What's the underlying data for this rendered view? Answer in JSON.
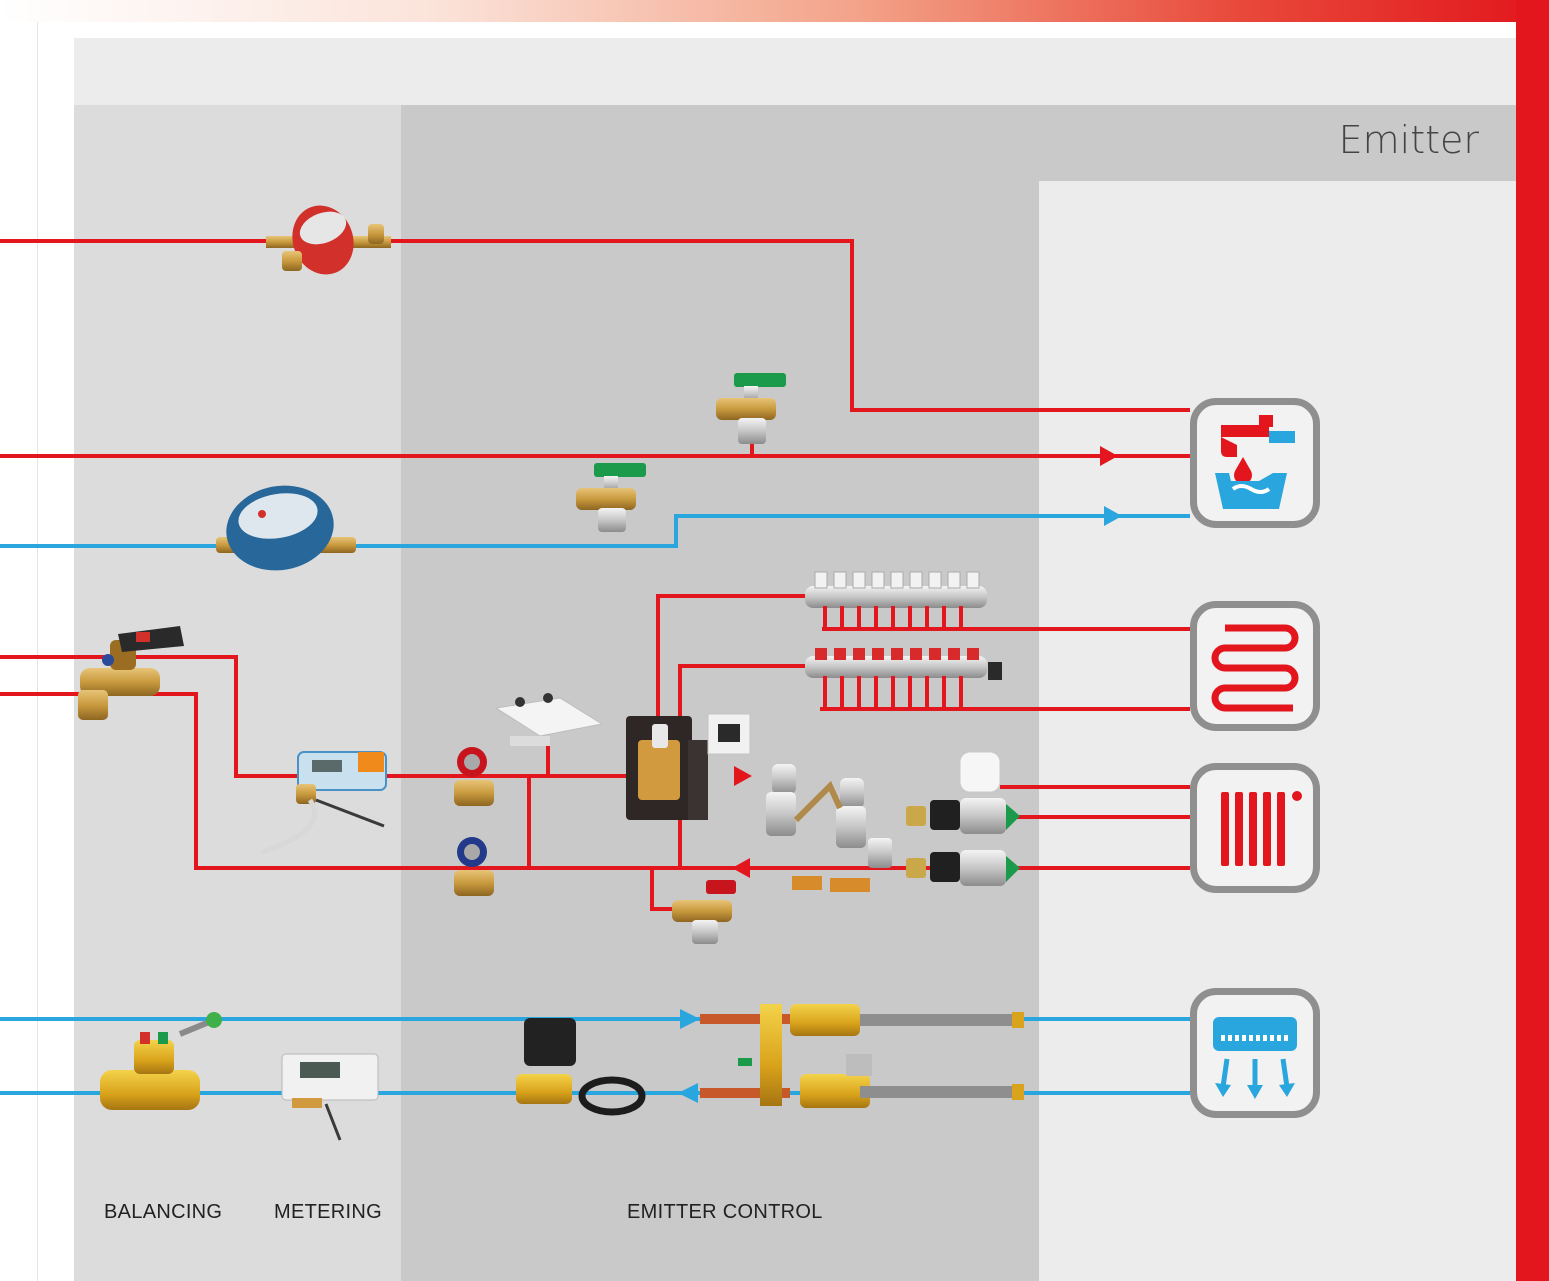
{
  "header": {
    "title": "Emitter"
  },
  "columns": {
    "balancing": "BALANCING",
    "metering": "METERING",
    "emitter_control": "EMITTER CONTROL"
  },
  "colors": {
    "hot_line": "#e2161c",
    "cold_line": "#2aa6de",
    "accent": "#e2161c",
    "icon_frame": "#8f8f8f"
  },
  "emitter_icons": [
    "tap-basin-icon",
    "underfloor-heating-icon",
    "radiator-icon",
    "fan-coil-icon"
  ],
  "components": [
    "hot-water-meter",
    "cold-water-meter",
    "ball-valve-green",
    "ball-valve-green-2",
    "partner-valve",
    "heat-meter",
    "ball-valve-red",
    "ball-valve-blue",
    "thermostatic-head",
    "pump-station",
    "floor-manifold",
    "radiator-valve-set",
    "ball-valve-red-2",
    "balancing-valve-yellow",
    "energy-meter",
    "zone-valve-actuator",
    "fan-coil-valve-assembly"
  ]
}
